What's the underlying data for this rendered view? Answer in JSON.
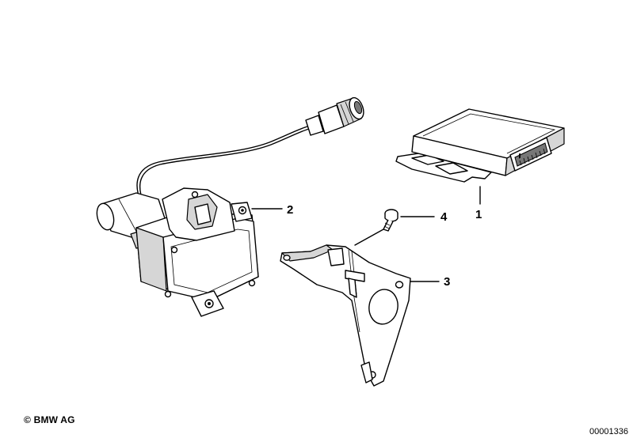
{
  "diagram": {
    "callouts": [
      {
        "id": "1",
        "label": "1"
      },
      {
        "id": "2",
        "label": "2"
      },
      {
        "id": "3",
        "label": "3"
      },
      {
        "id": "4",
        "label": "4"
      }
    ]
  },
  "footer": {
    "copyright": "© BMW AG",
    "document_number": "00001336"
  }
}
